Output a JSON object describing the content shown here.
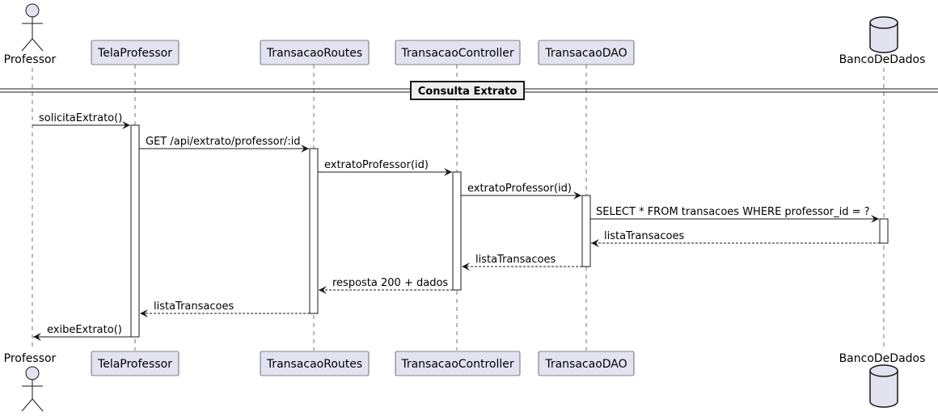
{
  "participants": [
    {
      "id": "professor",
      "label": "Professor",
      "kind": "actor"
    },
    {
      "id": "tela",
      "label": "TelaProfessor",
      "kind": "box"
    },
    {
      "id": "routes",
      "label": "TransacaoRoutes",
      "kind": "box"
    },
    {
      "id": "controller",
      "label": "TransacaoController",
      "kind": "box"
    },
    {
      "id": "dao",
      "label": "TransacaoDAO",
      "kind": "box"
    },
    {
      "id": "db",
      "label": "BancoDeDados",
      "kind": "database"
    }
  ],
  "divider": {
    "label": "Consulta Extrato"
  },
  "messages": [
    {
      "from": "professor",
      "to": "tela",
      "label": "solicitaExtrato()",
      "style": "sync"
    },
    {
      "from": "tela",
      "to": "routes",
      "label": "GET /api/extrato/professor/:id",
      "style": "sync"
    },
    {
      "from": "routes",
      "to": "controller",
      "label": "extratoProfessor(id)",
      "style": "sync"
    },
    {
      "from": "controller",
      "to": "dao",
      "label": "extratoProfessor(id)",
      "style": "sync"
    },
    {
      "from": "dao",
      "to": "db",
      "label": "SELECT * FROM transacoes WHERE professor_id = ?",
      "style": "sync"
    },
    {
      "from": "db",
      "to": "dao",
      "label": "listaTransacoes",
      "style": "return"
    },
    {
      "from": "dao",
      "to": "controller",
      "label": "listaTransacoes",
      "style": "return"
    },
    {
      "from": "controller",
      "to": "routes",
      "label": "resposta 200 + dados",
      "style": "return"
    },
    {
      "from": "routes",
      "to": "tela",
      "label": "listaTransacoes",
      "style": "return"
    },
    {
      "from": "tela",
      "to": "professor",
      "label": "exibeExtrato()",
      "style": "sync"
    }
  ],
  "colors": {
    "participant_fill": "#e2e2f0",
    "participant_stroke": "#181818",
    "activation_fill": "#ffffff",
    "line": "#181818"
  }
}
